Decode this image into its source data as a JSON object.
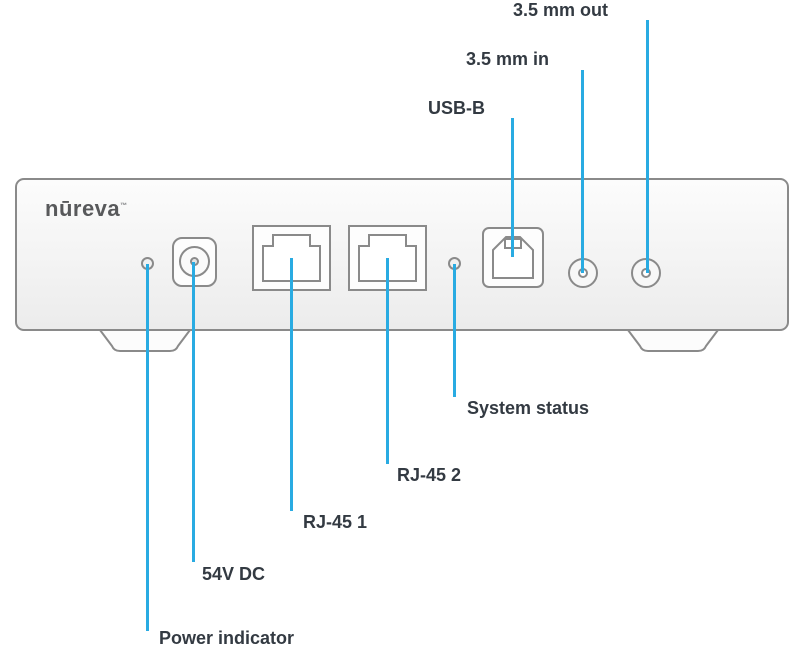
{
  "diagram": {
    "brand": "nūreva",
    "brand_mark": "™",
    "callouts": [
      {
        "label": "3.5 mm out"
      },
      {
        "label": "3.5 mm in"
      },
      {
        "label": "USB-B"
      },
      {
        "label": "System status"
      },
      {
        "label": "RJ-45 2"
      },
      {
        "label": "RJ-45 1"
      },
      {
        "label": "54V DC"
      },
      {
        "label": "Power indicator"
      }
    ],
    "colors": {
      "callout_line": "#29abe2",
      "label_text": "#333a42",
      "device_outline": "#8a8a8a"
    }
  }
}
